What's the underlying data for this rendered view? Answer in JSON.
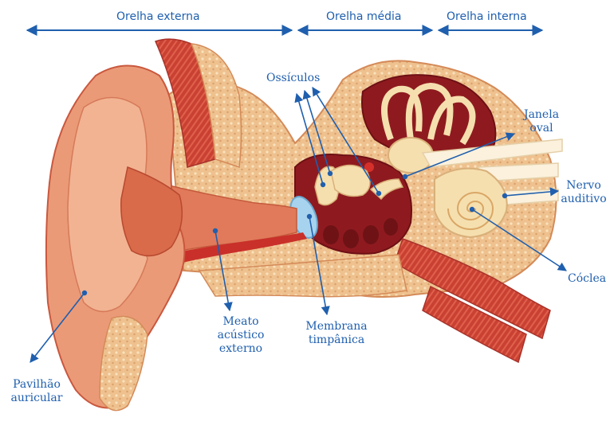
{
  "sections": {
    "outer": "Orelha externa",
    "middle": "Orelha média",
    "inner": "Orelha interna"
  },
  "labels": {
    "ossicles": "Ossículos",
    "oval_window_1": "Janela",
    "oval_window_2": "oval",
    "nerve_1": "Nervo",
    "nerve_2": "auditivo",
    "cochlea": "Cóclea",
    "membrane_1": "Membrana",
    "membrane_2": "timpânica",
    "canal_1": "Meato",
    "canal_2": "acústico",
    "canal_3": "externo",
    "pinna_1": "Pavilhão",
    "pinna_2": "auricular"
  },
  "colors": {
    "annotation": "#1f5fae",
    "skin": "#e98f6d",
    "skin_dark": "#c9583e",
    "bone": "#f3c896",
    "cavity": "#8e1a1f",
    "muscle": "#d24a3a",
    "membrane": "#a8d3ee",
    "ossicle": "#f6dfae"
  }
}
